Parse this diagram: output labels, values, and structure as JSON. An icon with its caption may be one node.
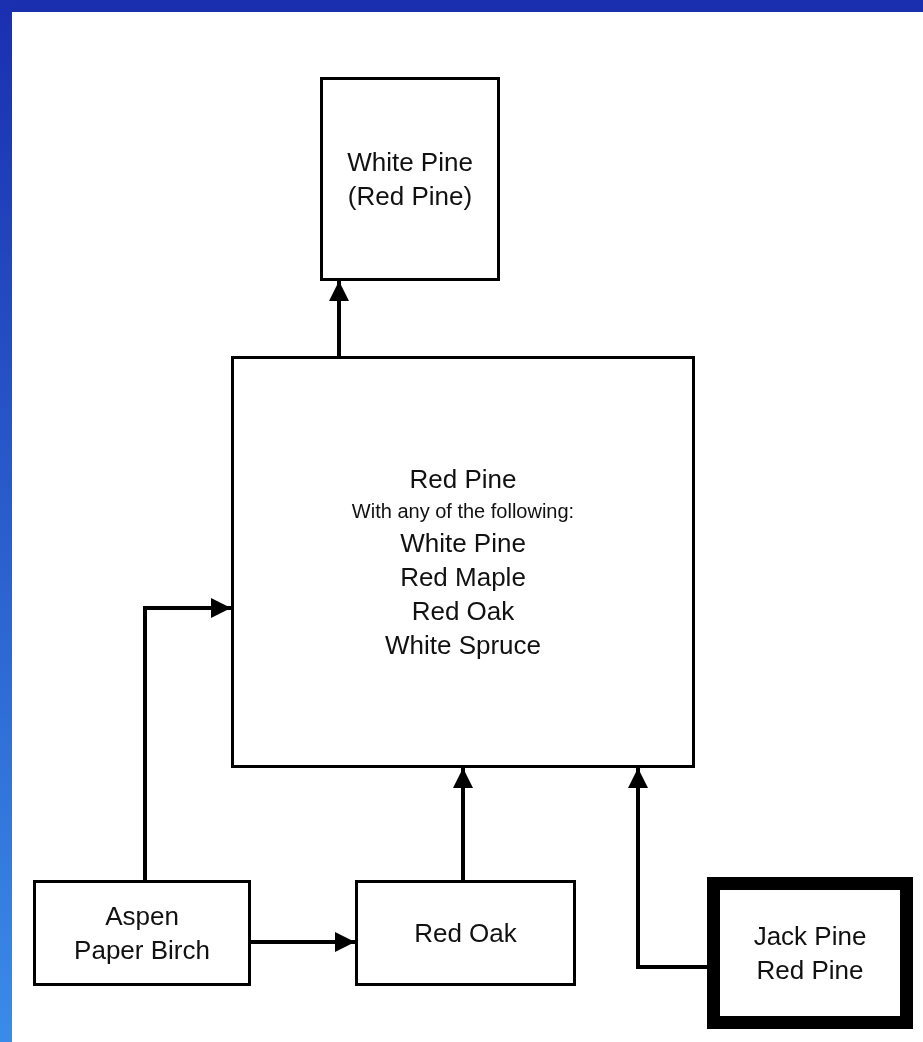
{
  "diagram": {
    "nodes": [
      {
        "text": [
          "White Pine",
          "(Red Pine)"
        ]
      },
      {
        "text": [
          "Red Pine",
          "With any of the following:",
          "White Pine",
          "Red Maple",
          "Red Oak",
          "White Spruce"
        ]
      },
      {
        "text": [
          "Aspen",
          "Paper Birch"
        ]
      },
      {
        "text": [
          "Red Oak"
        ]
      },
      {
        "text": [
          "Jack Pine",
          "Red Pine"
        ]
      }
    ],
    "edges": [
      {
        "from": 1,
        "to": 0,
        "arrow": "to"
      },
      {
        "from": 2,
        "to": 1,
        "arrow": "to"
      },
      {
        "from": 2,
        "to": 3,
        "arrow": "to"
      },
      {
        "from": 3,
        "to": 1,
        "arrow": "to"
      },
      {
        "from": 4,
        "to": 1,
        "arrow": "to"
      }
    ]
  }
}
